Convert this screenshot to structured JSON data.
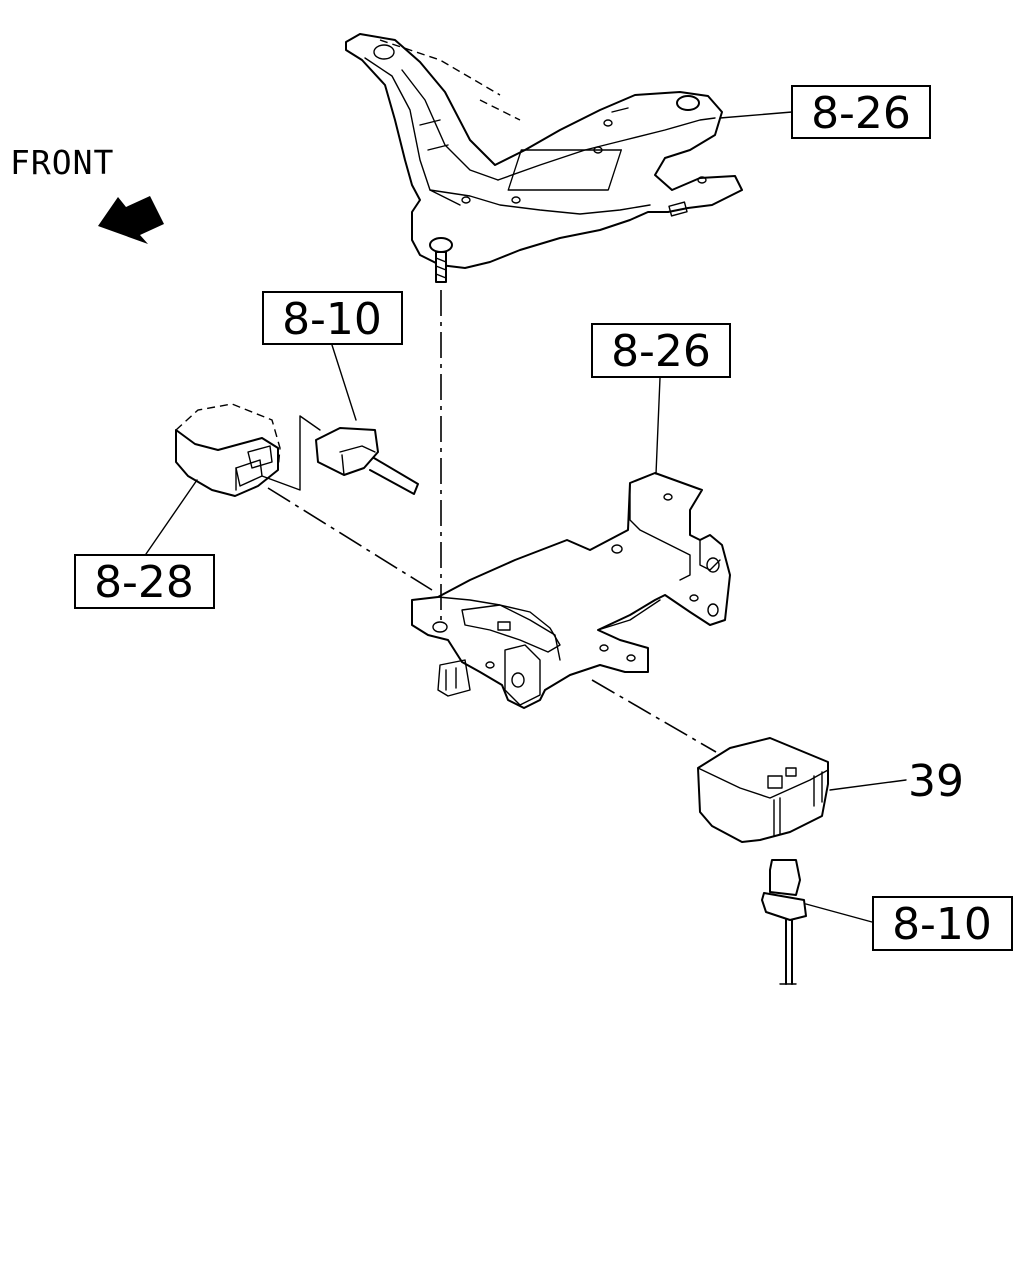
{
  "orientation": {
    "label": "FRONT",
    "arrow_icon": "arrow-up-left-icon"
  },
  "callouts": [
    {
      "id": "upper-bracket",
      "text": "8-26"
    },
    {
      "id": "connector-top",
      "text": "8-10"
    },
    {
      "id": "middle-bracket",
      "text": "8-26"
    },
    {
      "id": "relay-left",
      "text": "8-28"
    },
    {
      "id": "relay-part",
      "text": "39"
    },
    {
      "id": "connector-bottom",
      "text": "8-10"
    }
  ]
}
